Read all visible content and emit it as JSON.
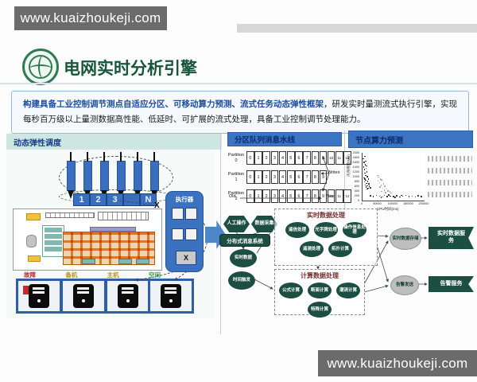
{
  "watermarks": {
    "top": "www.kuaizhoukeji.com",
    "bottom": "www.kuaizhoukeji.com"
  },
  "header": {
    "title": "电网实时分析引擎"
  },
  "bullet": {
    "marker": "●",
    "highlight": "构建具备工业控制调节测点自适应分区、可移动算力预测、流式任务动态弹性框架",
    "rest": "，研发实时量测流式执行引擎，实现每秒百万级以上量测数据高性能、低延时、可扩展的流式处理，具备工业控制调节处理能力。"
  },
  "left_panel": {
    "title": "动态弹性调度",
    "bar_count": 6,
    "queue_cells": [
      "1",
      "2",
      "3",
      "",
      "N"
    ],
    "executor_label": "执行器",
    "row_mark": "X",
    "executor_cell_mark": "X",
    "status_labels": [
      {
        "text": "故障",
        "color": "#c0272b"
      },
      {
        "text": "备机",
        "color": "#b8920a"
      },
      {
        "text": "主机",
        "color": "#b8920a"
      },
      {
        "text": "空闲",
        "color": "#3f9a4d"
      }
    ],
    "server_count": 4
  },
  "middle_panel": {
    "title": "分区队列消息水线",
    "partitions": [
      {
        "name": "Partition",
        "index": "0",
        "cells": [
          "0",
          "1",
          "2",
          "3",
          "4",
          "5",
          "6",
          "7",
          "8",
          "9",
          "10",
          "11",
          "12"
        ]
      },
      {
        "name": "Partition",
        "index": "1",
        "cells": [
          "0",
          "1",
          "2",
          "3",
          "4",
          "5",
          "6",
          "7",
          "8",
          "9"
        ]
      },
      {
        "name": "Partition",
        "index": "2",
        "cells": [
          "0",
          "1",
          "2",
          "3",
          "4",
          "5",
          "6",
          "7",
          "8",
          "9",
          "10",
          "11",
          "12"
        ]
      }
    ],
    "writes_label": "Writes",
    "old_label": "Old",
    "new_label": "New"
  },
  "right_panel": {
    "title": "节点算力预测",
    "formula_lines": 4
  },
  "chart_data": {
    "type": "scatter",
    "title": "节点算力预测",
    "xlabel": "CPU时间(ms)",
    "ylabel": "内存用量(MB)",
    "xlim": [
      0,
      200000
    ],
    "ylim": [
      0,
      2000
    ],
    "xticks": [
      0,
      50000,
      100000,
      150000,
      200000
    ],
    "yticks": [
      0,
      200,
      400,
      600,
      800,
      1000,
      1200,
      1400,
      1600,
      1800,
      2000
    ],
    "grid": false,
    "legend": null,
    "series": [
      {
        "group": "left-cluster",
        "color": "#1a1a1a",
        "points": [
          [
            3000,
            1750
          ],
          [
            5000,
            1600
          ],
          [
            8000,
            1850
          ],
          [
            4000,
            1400
          ],
          [
            6000,
            1300
          ],
          [
            9000,
            1500
          ],
          [
            12000,
            1350
          ],
          [
            7000,
            1150
          ],
          [
            10000,
            1050
          ],
          [
            14000,
            1200
          ],
          [
            5000,
            950
          ],
          [
            8000,
            900
          ],
          [
            15000,
            1000
          ],
          [
            11000,
            850
          ],
          [
            6000,
            780
          ],
          [
            13000,
            720
          ],
          [
            17000,
            800
          ],
          [
            9000,
            650
          ],
          [
            16000,
            620
          ],
          [
            20000,
            700
          ],
          [
            12000,
            560
          ],
          [
            18000,
            520
          ],
          [
            22000,
            600
          ],
          [
            25000,
            540
          ],
          [
            15000,
            480
          ],
          [
            10000,
            1650
          ],
          [
            13000,
            1450
          ],
          [
            19000,
            900
          ]
        ]
      },
      {
        "group": "mid-cluster",
        "color": "#9a9a9a",
        "points": [
          [
            48000,
            1050
          ],
          [
            52000,
            980
          ],
          [
            58000,
            900
          ],
          [
            50000,
            820
          ],
          [
            62000,
            860
          ],
          [
            55000,
            750
          ],
          [
            68000,
            700
          ],
          [
            60000,
            640
          ],
          [
            72000,
            600
          ],
          [
            57000,
            560
          ],
          [
            65000,
            520
          ],
          [
            78000,
            480
          ],
          [
            70000,
            430
          ],
          [
            82000,
            400
          ],
          [
            62000,
            380
          ],
          [
            75000,
            340
          ],
          [
            88000,
            360
          ],
          [
            92000,
            320
          ]
        ]
      },
      {
        "group": "low-band",
        "color": "#1a1a1a",
        "points": [
          [
            25000,
            200
          ],
          [
            35000,
            160
          ],
          [
            45000,
            220
          ],
          [
            55000,
            180
          ],
          [
            65000,
            150
          ],
          [
            70000,
            210
          ],
          [
            80000,
            170
          ],
          [
            90000,
            190
          ],
          [
            100000,
            160
          ],
          [
            110000,
            200
          ],
          [
            120000,
            150
          ],
          [
            130000,
            180
          ],
          [
            140000,
            210
          ],
          [
            150000,
            160
          ],
          [
            160000,
            190
          ],
          [
            170000,
            150
          ],
          [
            180000,
            200
          ],
          [
            190000,
            170
          ],
          [
            60000,
            140
          ],
          [
            85000,
            230
          ],
          [
            105000,
            140
          ],
          [
            125000,
            220
          ]
        ]
      }
    ]
  },
  "flow": {
    "sources": [
      "人工操作",
      "数据采集"
    ],
    "bus_label": "分布式消息系统",
    "realtime_data": "实时数据",
    "time_trigger": "时间触发",
    "realtime_box": {
      "title": "实时数据处理",
      "nodes": [
        "遥信处理",
        "光字牌处理",
        "操作信息处理",
        "遥测处理",
        "拓扑计算"
      ]
    },
    "compute_box": {
      "title": "计算数据处理",
      "nodes": [
        "公式计算",
        "断面计算",
        "潮流计算",
        "特殊计算"
      ]
    },
    "storage": "实时数据存储",
    "alarm": "告警发送",
    "service_data": "实时数据服务",
    "service_alarm": "告警服务"
  }
}
